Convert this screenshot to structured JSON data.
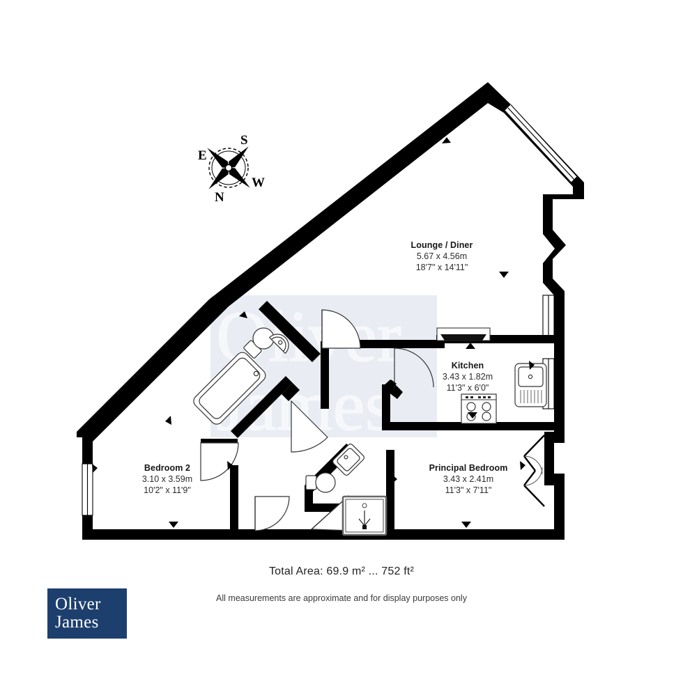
{
  "document": {
    "type": "floor-plan",
    "title": "Apartment Floor Plan"
  },
  "compass": {
    "name": "compass-rose",
    "north": "N",
    "south": "S",
    "east": "E",
    "west": "W",
    "rotation_note": "rotated"
  },
  "watermark": {
    "line1": "Oliver",
    "line2": "James",
    "color": "#e3e8ef"
  },
  "rooms": [
    {
      "id": "lounge",
      "name": "Lounge / Diner",
      "metric": "5.67 x 4.56m",
      "imperial": "18'7\" x 14'11\""
    },
    {
      "id": "kitchen",
      "name": "Kitchen",
      "metric": "3.43 x 1.82m",
      "imperial": "11'3\" x 6'0\""
    },
    {
      "id": "principal_bedroom",
      "name": "Principal Bedroom",
      "metric": "3.43 x 2.41m",
      "imperial": "11'3\" x 7'11\""
    },
    {
      "id": "bedroom2",
      "name": "Bedroom 2",
      "metric": "3.10 x 3.59m",
      "imperial": "10'2\" x 11'9\""
    }
  ],
  "footer": {
    "total_area": "Total Area: 69.9 m² ... 752 ft²",
    "disclaimer": "All measurements are approximate and for display purposes only"
  },
  "logo": {
    "line1": "Oliver",
    "line2": "James",
    "background": "#1d3f6e",
    "text_color": "#ffffff"
  },
  "colors": {
    "wall": "#000000",
    "fixture_stroke": "#333333",
    "window_fill": "#ffffff",
    "page_background": "#ffffff",
    "text": "#1a1a1a"
  },
  "fixtures": [
    {
      "name": "bath",
      "room": "bathroom"
    },
    {
      "name": "wc-toilet",
      "room": "bathroom"
    },
    {
      "name": "wash-basin",
      "room": "bathroom"
    },
    {
      "name": "shower-tray",
      "room": "en-suite"
    },
    {
      "name": "wc-toilet",
      "room": "en-suite"
    },
    {
      "name": "wash-basin",
      "room": "en-suite"
    },
    {
      "name": "kitchen-sink",
      "room": "kitchen"
    },
    {
      "name": "hob",
      "room": "kitchen"
    },
    {
      "name": "worktop",
      "room": "kitchen"
    }
  ]
}
